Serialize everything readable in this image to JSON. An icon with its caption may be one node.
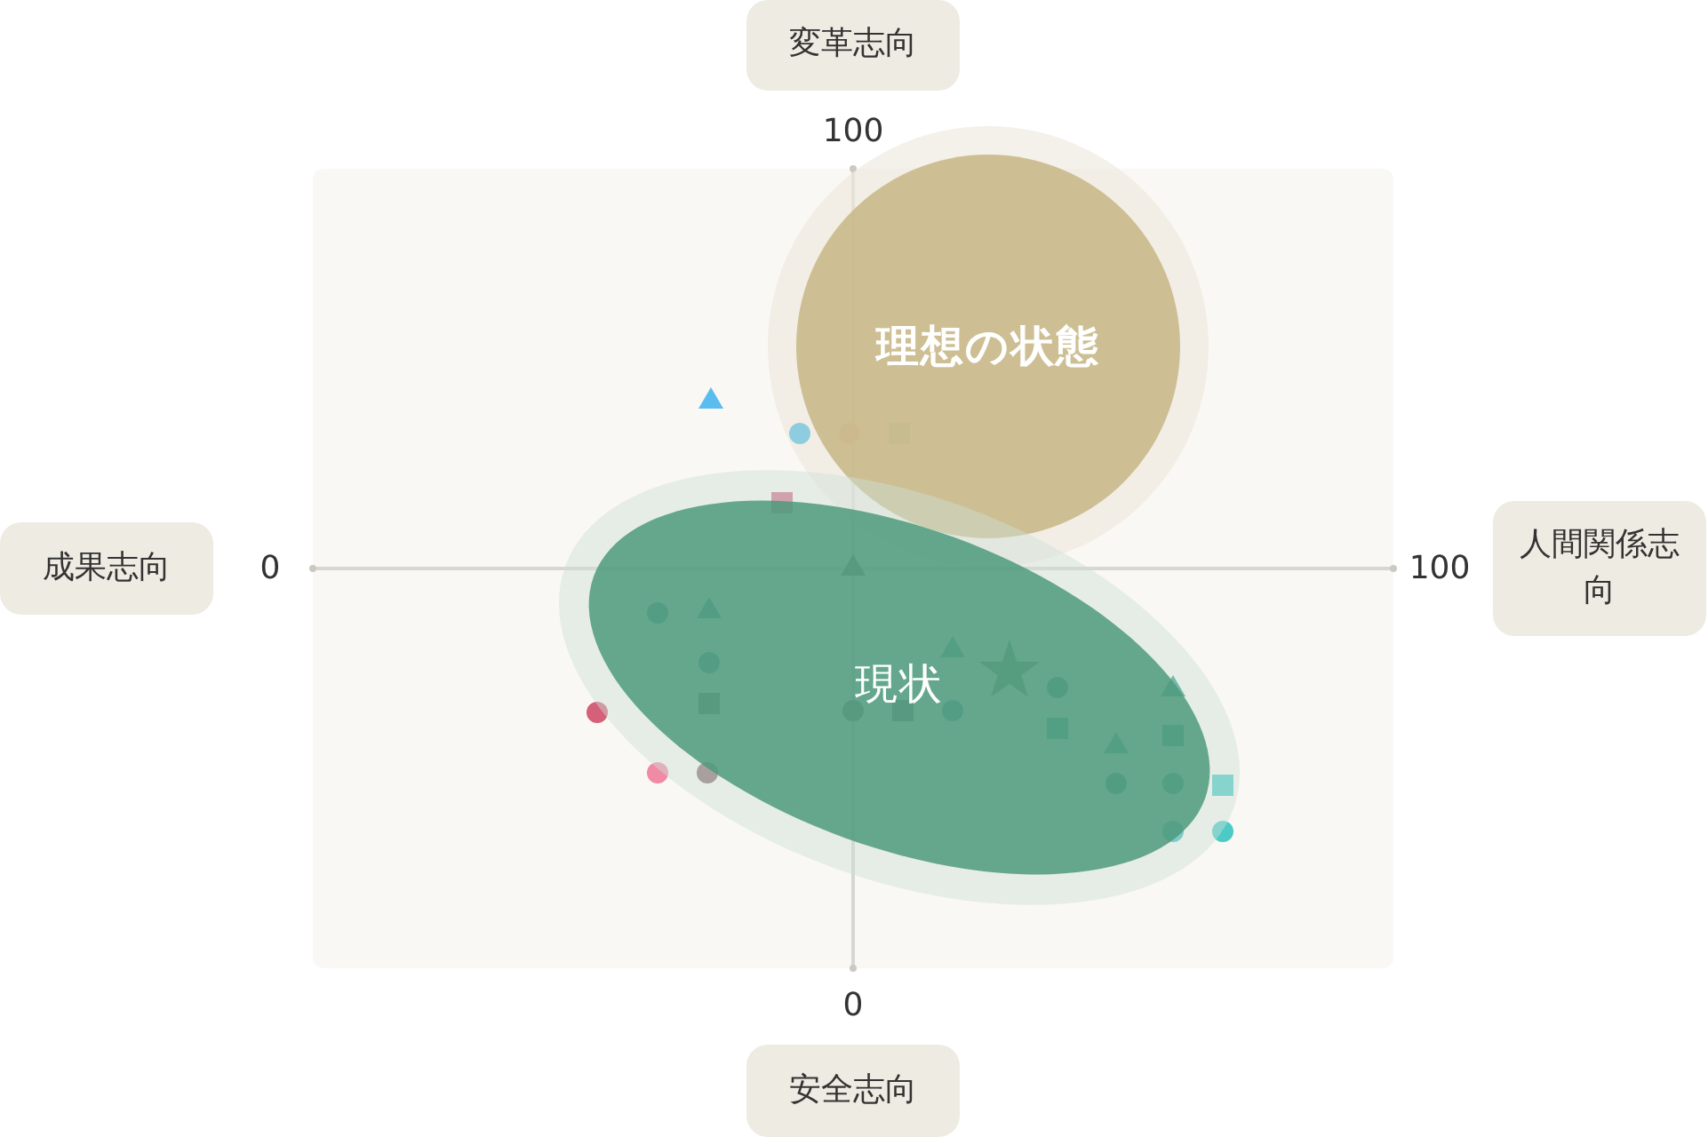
{
  "diagram": {
    "nodes": [
      {
        "text": [
          "変革志向"
        ]
      },
      {
        "text": [
          "成果志向"
        ]
      },
      {
        "text": [
          "人間関係志向"
        ]
      },
      {
        "text": [
          "安全志向"
        ]
      },
      {
        "text": [
          "理想の状態"
        ]
      },
      {
        "text": [
          "現状"
        ]
      }
    ],
    "labels": [
      "100",
      "0",
      "100",
      "0"
    ]
  }
}
